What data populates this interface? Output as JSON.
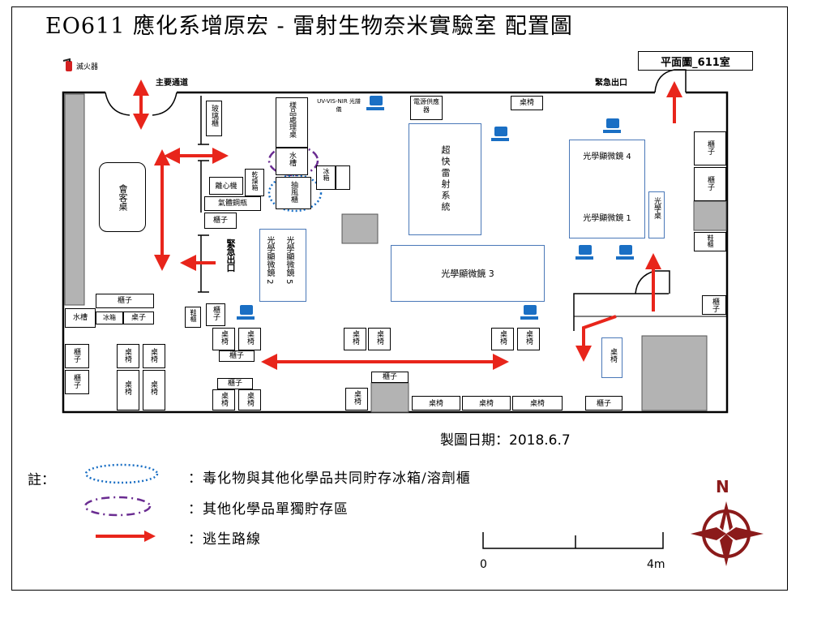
{
  "title": "EO611 應化系增原宏 - 雷射生物奈米實驗室 配置圖",
  "plan_label": "平面圖_611室",
  "fire_extinguisher_label": "滅火器",
  "main_passage": "主要通道",
  "emergency_exit_top": "緊急出口",
  "emergency_exit_left": "緊急出口",
  "rooms": {
    "waiting": "會客桌",
    "sink_left": "水槽",
    "fridge": "冰箱",
    "table": "桌子",
    "cabinet": "櫃子",
    "cabinet_glass": "玻璃櫃",
    "shoe": "鞋櫃",
    "sample_table": "樣品處理桌",
    "water_sink": "水槽",
    "fume_hood": "抽風櫃",
    "centrifuge": "離心機",
    "dryer": "乾燥箱",
    "gas_cylinder": "氣體鋼瓶",
    "uv_vis": "UV-VIS-NIR 光譜儀",
    "power_supply": "電源供應器",
    "desk_chair": "桌椅",
    "ultrafast_laser": "超快雷射系統",
    "microscope_5": "光學顯微鏡 5",
    "microscope_2": "光學顯微鏡 2",
    "microscope_3": "光學顯微鏡 3",
    "microscope_4": "光學顯微鏡 4",
    "microscope_1": "光學顯微鏡 1",
    "laser_table": "光學桌",
    "misc_small": "冰箱",
    "desk": "桌子"
  },
  "date_label": "製圖日期：2018.6.7",
  "notes_heading": "註：",
  "legend": [
    {
      "symbol": "blue-dotted-ellipse",
      "text": "：毒化物與其他化學品共同貯存冰箱/溶劑櫃",
      "color": "#1a6fc4"
    },
    {
      "symbol": "purple-dashdot-ellipse",
      "text": "：其他化學品單獨貯存區",
      "color": "#6a2c91"
    },
    {
      "symbol": "red-arrow",
      "text": "：逃生路線",
      "color": "#e8251b"
    }
  ],
  "scale": {
    "start": "0",
    "end": "4m"
  },
  "north_label": "N",
  "colors": {
    "escape": "#e8251b",
    "furniture_blue": "#4a78b8",
    "compass": "#8b1a1a"
  }
}
